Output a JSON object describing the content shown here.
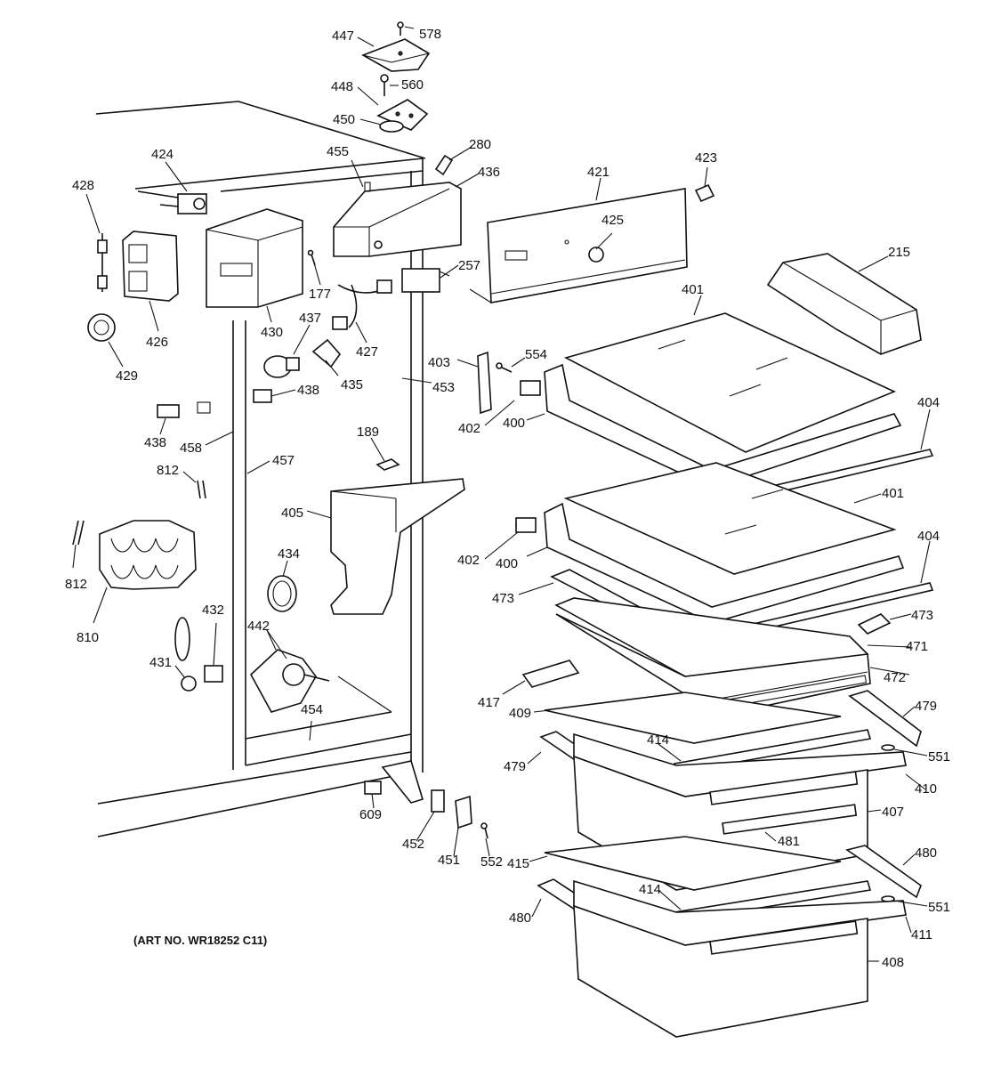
{
  "diagram": {
    "art_number": "(ART NO. WR18252 C11)",
    "callouts": [
      {
        "id": "447",
        "label": "447"
      },
      {
        "id": "578",
        "label": "578"
      },
      {
        "id": "448",
        "label": "448"
      },
      {
        "id": "560",
        "label": "560"
      },
      {
        "id": "450",
        "label": "450"
      },
      {
        "id": "280",
        "label": "280"
      },
      {
        "id": "455",
        "label": "455"
      },
      {
        "id": "436",
        "label": "436"
      },
      {
        "id": "424",
        "label": "424"
      },
      {
        "id": "428",
        "label": "428"
      },
      {
        "id": "421",
        "label": "421"
      },
      {
        "id": "423",
        "label": "423"
      },
      {
        "id": "425",
        "label": "425"
      },
      {
        "id": "215",
        "label": "215"
      },
      {
        "id": "257",
        "label": "257"
      },
      {
        "id": "177",
        "label": "177"
      },
      {
        "id": "426",
        "label": "426"
      },
      {
        "id": "430",
        "label": "430"
      },
      {
        "id": "401a",
        "label": "401"
      },
      {
        "id": "429",
        "label": "429"
      },
      {
        "id": "437",
        "label": "437"
      },
      {
        "id": "427",
        "label": "427"
      },
      {
        "id": "403",
        "label": "403"
      },
      {
        "id": "554",
        "label": "554"
      },
      {
        "id": "435",
        "label": "435"
      },
      {
        "id": "453",
        "label": "453"
      },
      {
        "id": "438a",
        "label": "438"
      },
      {
        "id": "404a",
        "label": "404"
      },
      {
        "id": "402a",
        "label": "402"
      },
      {
        "id": "400a",
        "label": "400"
      },
      {
        "id": "189",
        "label": "189"
      },
      {
        "id": "438b",
        "label": "438"
      },
      {
        "id": "458",
        "label": "458"
      },
      {
        "id": "457",
        "label": "457"
      },
      {
        "id": "812a",
        "label": "812"
      },
      {
        "id": "401b",
        "label": "401"
      },
      {
        "id": "405",
        "label": "405"
      },
      {
        "id": "404b",
        "label": "404"
      },
      {
        "id": "434",
        "label": "434"
      },
      {
        "id": "402b",
        "label": "402"
      },
      {
        "id": "400b",
        "label": "400"
      },
      {
        "id": "812b",
        "label": "812"
      },
      {
        "id": "473a",
        "label": "473"
      },
      {
        "id": "473b",
        "label": "473"
      },
      {
        "id": "432",
        "label": "432"
      },
      {
        "id": "442",
        "label": "442"
      },
      {
        "id": "471",
        "label": "471"
      },
      {
        "id": "810",
        "label": "810"
      },
      {
        "id": "431",
        "label": "431"
      },
      {
        "id": "472",
        "label": "472"
      },
      {
        "id": "417",
        "label": "417"
      },
      {
        "id": "479a",
        "label": "479"
      },
      {
        "id": "454",
        "label": "454"
      },
      {
        "id": "409",
        "label": "409"
      },
      {
        "id": "414a",
        "label": "414"
      },
      {
        "id": "551a",
        "label": "551"
      },
      {
        "id": "479b",
        "label": "479"
      },
      {
        "id": "410",
        "label": "410"
      },
      {
        "id": "609",
        "label": "609"
      },
      {
        "id": "407",
        "label": "407"
      },
      {
        "id": "481",
        "label": "481"
      },
      {
        "id": "452",
        "label": "452"
      },
      {
        "id": "480a",
        "label": "480"
      },
      {
        "id": "451",
        "label": "451"
      },
      {
        "id": "552",
        "label": "552"
      },
      {
        "id": "415",
        "label": "415"
      },
      {
        "id": "414b",
        "label": "414"
      },
      {
        "id": "551b",
        "label": "551"
      },
      {
        "id": "480b",
        "label": "480"
      },
      {
        "id": "411",
        "label": "411"
      },
      {
        "id": "408",
        "label": "408"
      }
    ]
  }
}
